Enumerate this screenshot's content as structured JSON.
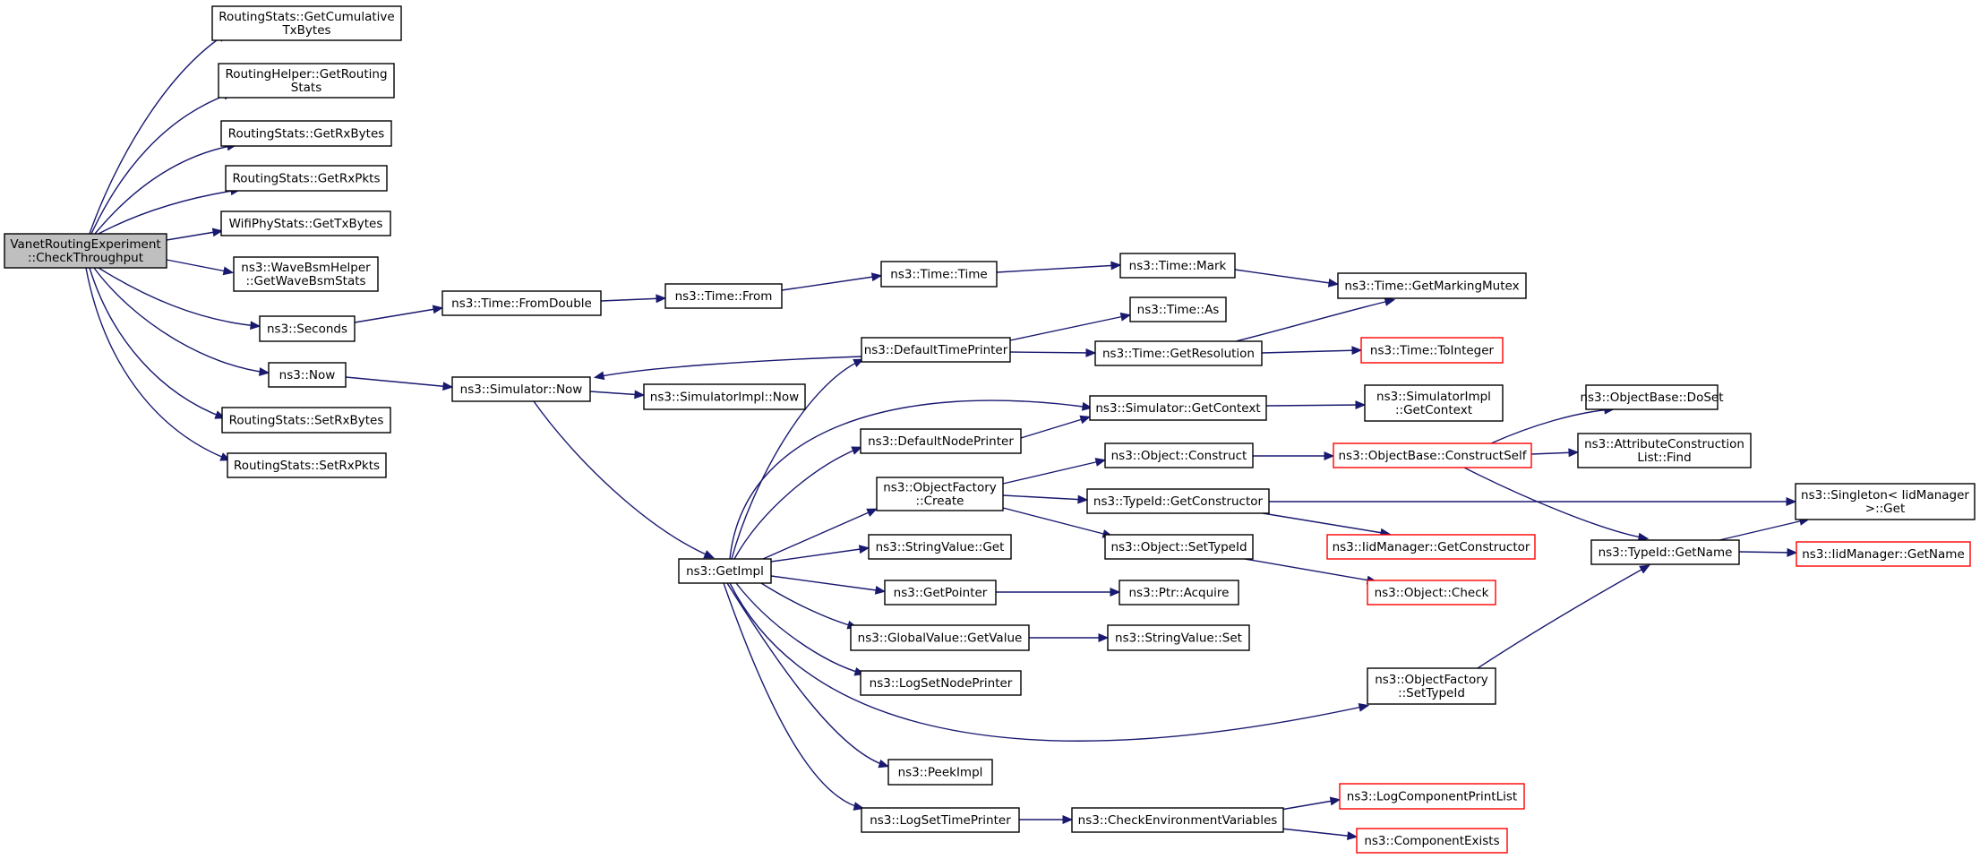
{
  "graph": {
    "colors": {
      "edge": "#191970",
      "node_border": "#000000",
      "truncated_border": "#ff0000",
      "root_fill": "#bfbfbf",
      "node_fill": "#ffffff"
    },
    "nodes": [
      {
        "id": "root",
        "lines": [
          "VanetRoutingExperiment",
          "::CheckThroughput"
        ],
        "style": "root"
      },
      {
        "id": "gcumtx",
        "lines": [
          "RoutingStats::GetCumulative",
          "TxBytes"
        ],
        "style": "normal"
      },
      {
        "id": "grstats",
        "lines": [
          "RoutingHelper::GetRouting",
          "Stats"
        ],
        "style": "normal"
      },
      {
        "id": "grxbytes",
        "lines": [
          "RoutingStats::GetRxBytes"
        ],
        "style": "normal"
      },
      {
        "id": "grxpkts",
        "lines": [
          "RoutingStats::GetRxPkts"
        ],
        "style": "normal"
      },
      {
        "id": "wifitx",
        "lines": [
          "WifiPhyStats::GetTxBytes"
        ],
        "style": "normal"
      },
      {
        "id": "wavebsm",
        "lines": [
          "ns3::WaveBsmHelper",
          "::GetWaveBsmStats"
        ],
        "style": "normal"
      },
      {
        "id": "seconds",
        "lines": [
          "ns3::Seconds"
        ],
        "style": "normal"
      },
      {
        "id": "now",
        "lines": [
          "ns3::Now"
        ],
        "style": "normal"
      },
      {
        "id": "srxbytes",
        "lines": [
          "RoutingStats::SetRxBytes"
        ],
        "style": "normal"
      },
      {
        "id": "srxpkts",
        "lines": [
          "RoutingStats::SetRxPkts"
        ],
        "style": "normal"
      },
      {
        "id": "fromdouble",
        "lines": [
          "ns3::Time::FromDouble"
        ],
        "style": "normal"
      },
      {
        "id": "timefrom",
        "lines": [
          "ns3::Time::From"
        ],
        "style": "normal"
      },
      {
        "id": "timetime",
        "lines": [
          "ns3::Time::Time"
        ],
        "style": "normal"
      },
      {
        "id": "timemark",
        "lines": [
          "ns3::Time::Mark"
        ],
        "style": "normal"
      },
      {
        "id": "markmutex",
        "lines": [
          "ns3::Time::GetMarkingMutex"
        ],
        "style": "normal"
      },
      {
        "id": "timeas",
        "lines": [
          "ns3::Time::As"
        ],
        "style": "normal"
      },
      {
        "id": "deftime",
        "lines": [
          "ns3::DefaultTimePrinter"
        ],
        "style": "normal"
      },
      {
        "id": "getres",
        "lines": [
          "ns3::Time::GetResolution"
        ],
        "style": "normal"
      },
      {
        "id": "toint",
        "lines": [
          "ns3::Time::ToInteger"
        ],
        "style": "truncated"
      },
      {
        "id": "simnow",
        "lines": [
          "ns3::Simulator::Now"
        ],
        "style": "normal"
      },
      {
        "id": "simimplnow",
        "lines": [
          "ns3::SimulatorImpl::Now"
        ],
        "style": "normal"
      },
      {
        "id": "simctx",
        "lines": [
          "ns3::Simulator::GetContext"
        ],
        "style": "normal"
      },
      {
        "id": "simimplctx",
        "lines": [
          "ns3::SimulatorImpl",
          "::GetContext"
        ],
        "style": "normal"
      },
      {
        "id": "defnode",
        "lines": [
          "ns3::DefaultNodePrinter"
        ],
        "style": "normal"
      },
      {
        "id": "objconstruct",
        "lines": [
          "ns3::Object::Construct"
        ],
        "style": "normal"
      },
      {
        "id": "constructself",
        "lines": [
          "ns3::ObjectBase::ConstructSelf"
        ],
        "style": "truncated"
      },
      {
        "id": "doset",
        "lines": [
          "ns3::ObjectBase::DoSet"
        ],
        "style": "normal"
      },
      {
        "id": "attrfind",
        "lines": [
          "ns3::AttributeConstruction",
          "List::Find"
        ],
        "style": "normal"
      },
      {
        "id": "ofcreate",
        "lines": [
          "ns3::ObjectFactory",
          "::Create"
        ],
        "style": "normal"
      },
      {
        "id": "getctor",
        "lines": [
          "ns3::TypeId::GetConstructor"
        ],
        "style": "normal"
      },
      {
        "id": "singleton",
        "lines": [
          "ns3::Singleton< IidManager",
          ">::Get"
        ],
        "style": "normal"
      },
      {
        "id": "iidgetctor",
        "lines": [
          "ns3::IidManager::GetConstructor"
        ],
        "style": "truncated"
      },
      {
        "id": "getimpl",
        "lines": [
          "ns3::GetImpl"
        ],
        "style": "normal"
      },
      {
        "id": "strget",
        "lines": [
          "ns3::StringValue::Get"
        ],
        "style": "normal"
      },
      {
        "id": "settypeid",
        "lines": [
          "ns3::Object::SetTypeId"
        ],
        "style": "normal"
      },
      {
        "id": "getname",
        "lines": [
          "ns3::TypeId::GetName"
        ],
        "style": "normal"
      },
      {
        "id": "iidgetname",
        "lines": [
          "ns3::IidManager::GetName"
        ],
        "style": "truncated"
      },
      {
        "id": "getpointer",
        "lines": [
          "ns3::GetPointer"
        ],
        "style": "normal"
      },
      {
        "id": "ptracquire",
        "lines": [
          "ns3::Ptr::Acquire"
        ],
        "style": "normal"
      },
      {
        "id": "objcheck",
        "lines": [
          "ns3::Object::Check"
        ],
        "style": "truncated"
      },
      {
        "id": "gvgetvalue",
        "lines": [
          "ns3::GlobalValue::GetValue"
        ],
        "style": "normal"
      },
      {
        "id": "strset",
        "lines": [
          "ns3::StringValue::Set"
        ],
        "style": "normal"
      },
      {
        "id": "logsetnode",
        "lines": [
          "ns3::LogSetNodePrinter"
        ],
        "style": "normal"
      },
      {
        "id": "ofsettypeid",
        "lines": [
          "ns3::ObjectFactory",
          "::SetTypeId"
        ],
        "style": "normal"
      },
      {
        "id": "peekimpl",
        "lines": [
          "ns3::PeekImpl"
        ],
        "style": "normal"
      },
      {
        "id": "logsettime",
        "lines": [
          "ns3::LogSetTimePrinter"
        ],
        "style": "normal"
      },
      {
        "id": "checkenv",
        "lines": [
          "ns3::CheckEnvironmentVariables"
        ],
        "style": "normal"
      },
      {
        "id": "logcomplist",
        "lines": [
          "ns3::LogComponentPrintList"
        ],
        "style": "truncated"
      },
      {
        "id": "compexists",
        "lines": [
          "ns3::ComponentExists"
        ],
        "style": "truncated"
      }
    ],
    "edges": [
      [
        "root",
        "gcumtx"
      ],
      [
        "root",
        "grstats"
      ],
      [
        "root",
        "grxbytes"
      ],
      [
        "root",
        "grxpkts"
      ],
      [
        "root",
        "wifitx"
      ],
      [
        "root",
        "wavebsm"
      ],
      [
        "root",
        "seconds"
      ],
      [
        "root",
        "now"
      ],
      [
        "root",
        "srxbytes"
      ],
      [
        "root",
        "srxpkts"
      ],
      [
        "seconds",
        "fromdouble"
      ],
      [
        "fromdouble",
        "timefrom"
      ],
      [
        "timefrom",
        "timetime"
      ],
      [
        "timetime",
        "timemark"
      ],
      [
        "timemark",
        "markmutex"
      ],
      [
        "now",
        "simnow"
      ],
      [
        "simnow",
        "simimplnow"
      ],
      [
        "simnow",
        "getimpl"
      ],
      [
        "deftime",
        "simnow"
      ],
      [
        "deftime",
        "timeas"
      ],
      [
        "deftime",
        "getres"
      ],
      [
        "getres",
        "markmutex"
      ],
      [
        "getres",
        "toint"
      ],
      [
        "simctx",
        "simimplctx"
      ],
      [
        "defnode",
        "simctx"
      ],
      [
        "ofcreate",
        "objconstruct"
      ],
      [
        "ofcreate",
        "getctor"
      ],
      [
        "ofcreate",
        "settypeid"
      ],
      [
        "objconstruct",
        "constructself"
      ],
      [
        "constructself",
        "doset"
      ],
      [
        "constructself",
        "attrfind"
      ],
      [
        "constructself",
        "getname"
      ],
      [
        "getctor",
        "singleton"
      ],
      [
        "getctor",
        "iidgetctor"
      ],
      [
        "getname",
        "singleton"
      ],
      [
        "getname",
        "iidgetname"
      ],
      [
        "settypeid",
        "objcheck"
      ],
      [
        "getimpl",
        "deftime"
      ],
      [
        "getimpl",
        "simctx"
      ],
      [
        "getimpl",
        "defnode"
      ],
      [
        "getimpl",
        "ofcreate"
      ],
      [
        "getimpl",
        "strget"
      ],
      [
        "getimpl",
        "getpointer"
      ],
      [
        "getimpl",
        "gvgetvalue"
      ],
      [
        "getimpl",
        "logsetnode"
      ],
      [
        "getimpl",
        "ofsettypeid"
      ],
      [
        "getimpl",
        "peekimpl"
      ],
      [
        "getimpl",
        "logsettime"
      ],
      [
        "getpointer",
        "ptracquire"
      ],
      [
        "gvgetvalue",
        "strset"
      ],
      [
        "ofsettypeid",
        "getname"
      ],
      [
        "logsettime",
        "checkenv"
      ],
      [
        "checkenv",
        "logcomplist"
      ],
      [
        "checkenv",
        "compexists"
      ]
    ]
  }
}
